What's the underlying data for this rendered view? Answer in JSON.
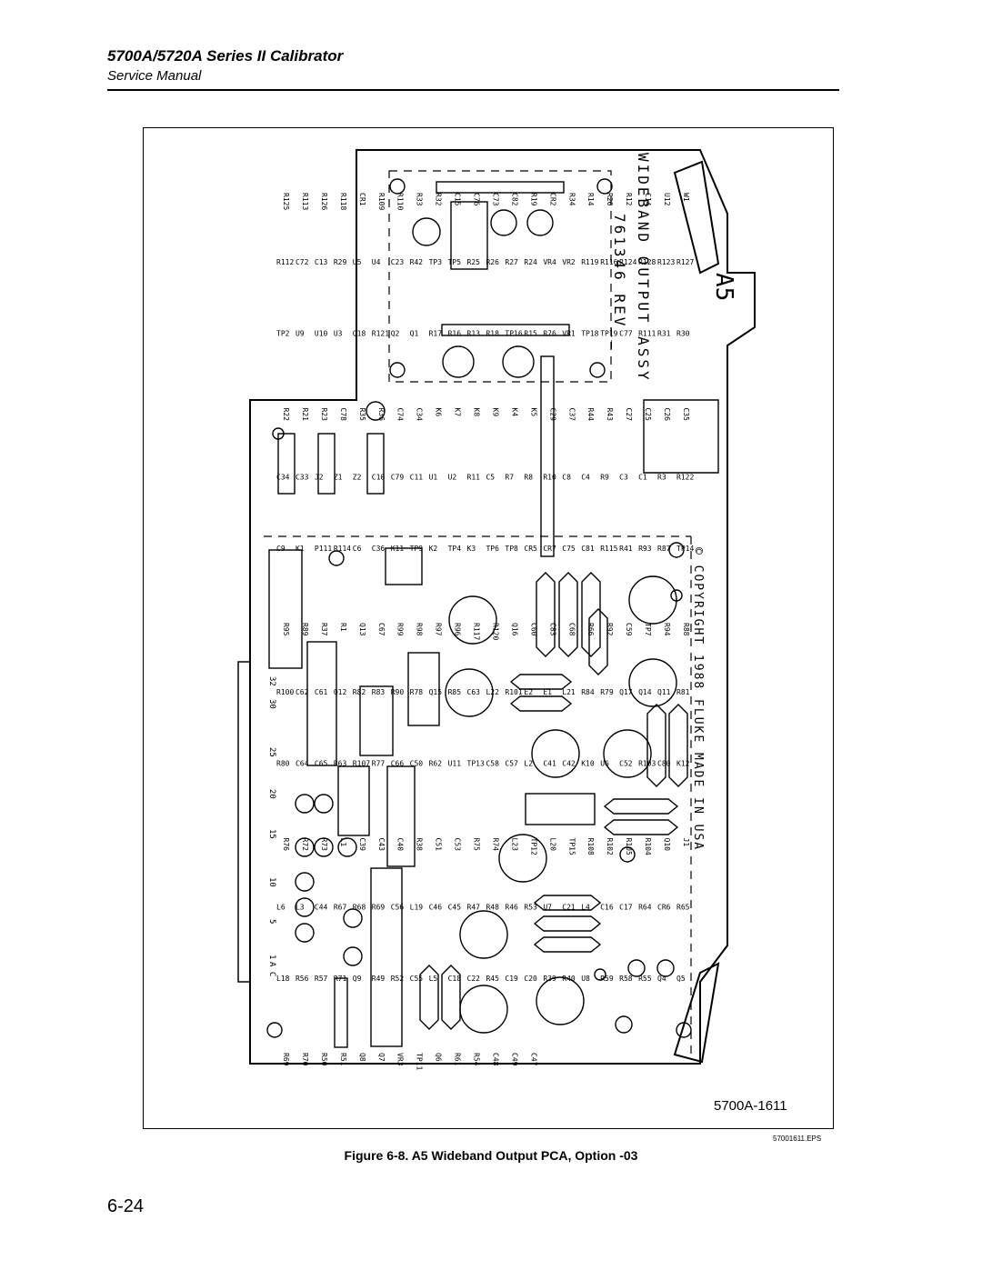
{
  "header": {
    "title": "5700A/5720A Series II Calibrator",
    "subtitle": "Service Manual"
  },
  "figure": {
    "assembly_number": "5700A-1611",
    "file_name": "57001611.EPS",
    "caption": "Figure 6-8. A5 Wideband Output PCA, Option -03",
    "board": {
      "silkscreen_title": "WIDEBAND OUTPUT ASSY",
      "silkscreen_part": "761346 REV__",
      "silkscreen_copyright": "© COPYRIGHT 1988 FLUKE MADE IN USA",
      "board_id": "A5",
      "connector_pins": [
        "32",
        "30",
        "25",
        "20",
        "15",
        "10",
        "5",
        "1"
      ],
      "connector_pins_extra": "A C",
      "components": [
        "R125",
        "R113",
        "R126",
        "R118",
        "CR1",
        "R109",
        "R110",
        "R33",
        "R32",
        "C15",
        "C76",
        "C73",
        "C82",
        "R19",
        "CR2",
        "R34",
        "R14",
        "R20",
        "R12",
        "C14",
        "U12",
        "W1",
        "R112",
        "C72",
        "C13",
        "R29",
        "U5",
        "U4",
        "C23",
        "R42",
        "TP3",
        "TP5",
        "R25",
        "R26",
        "R27",
        "R24",
        "VR4",
        "VR2",
        "R119",
        "R116",
        "R124",
        "R128",
        "R123",
        "R127",
        "TP2",
        "U9",
        "U10",
        "U3",
        "Q18",
        "R121",
        "Q2",
        "Q1",
        "R17",
        "R16",
        "R13",
        "R18",
        "TP16",
        "R15",
        "R76",
        "VR1",
        "TP18",
        "TP19",
        "C77",
        "R111",
        "R31",
        "R30",
        "R22",
        "R21",
        "R23",
        "C78",
        "R35",
        "R36",
        "C74",
        "C34",
        "K6",
        "K7",
        "K8",
        "K9",
        "K4",
        "K5",
        "C29",
        "C37",
        "R44",
        "R43",
        "C27",
        "C25",
        "C26",
        "C35",
        "C34",
        "C33",
        "J2",
        "Z1",
        "Z2",
        "C10",
        "C79",
        "C11",
        "U1",
        "U2",
        "R11",
        "C5",
        "R7",
        "R8",
        "R10",
        "C8",
        "C4",
        "R9",
        "C3",
        "C1",
        "R3",
        "R122",
        "C9",
        "K1",
        "P111",
        "R114",
        "C6",
        "C36",
        "K11",
        "TP9",
        "K2",
        "TP4",
        "K3",
        "TP6",
        "TP8",
        "CR5",
        "CR7",
        "C75",
        "C81",
        "R115",
        "R41",
        "R93",
        "R87",
        "TP14",
        "R95",
        "R89",
        "R37",
        "R1",
        "Q13",
        "C67",
        "R99",
        "R98",
        "R97",
        "R96",
        "R117",
        "R120",
        "Q16",
        "C60",
        "C83",
        "C68",
        "R66",
        "R92",
        "C59",
        "TP7",
        "R94",
        "R88",
        "R100",
        "C62",
        "C61",
        "Q12",
        "R82",
        "R83",
        "R90",
        "R78",
        "Q15",
        "R85",
        "C63",
        "L22",
        "R101",
        "E2",
        "E1",
        "L21",
        "R84",
        "R79",
        "Q17",
        "Q14",
        "Q11",
        "R81",
        "R80",
        "C64",
        "C65",
        "R63",
        "R107",
        "R77",
        "C66",
        "C50",
        "R62",
        "U11",
        "TP13",
        "C58",
        "C57",
        "L2",
        "C41",
        "C42",
        "K10",
        "U6",
        "C52",
        "R103",
        "C80",
        "K12",
        "R76",
        "R72",
        "R73",
        "L1",
        "C39",
        "C43",
        "C40",
        "R38",
        "C51",
        "C53",
        "R75",
        "R74",
        "L23",
        "TP12",
        "L20",
        "TP15",
        "R108",
        "R102",
        "R105",
        "R104",
        "Q10",
        "J1",
        "L6",
        "L3",
        "C44",
        "R67",
        "R68",
        "R69",
        "C56",
        "L19",
        "C46",
        "C45",
        "R47",
        "R48",
        "R46",
        "R53",
        "U7",
        "C21",
        "L4",
        "C16",
        "C17",
        "R64",
        "CR6",
        "R65",
        "L18",
        "R56",
        "R57",
        "R71",
        "Q9",
        "R49",
        "R52",
        "C55",
        "L5",
        "C18",
        "C22",
        "R45",
        "C19",
        "C20",
        "R39",
        "R40",
        "U8",
        "R59",
        "R58",
        "R55",
        "Q4",
        "Q5",
        "R69",
        "R70",
        "R50",
        "R51",
        "Q8",
        "Q7",
        "VR3",
        "TP11",
        "Q6",
        "R61",
        "R54",
        "C48",
        "C49",
        "C47"
      ]
    }
  },
  "page": {
    "number": "6-24"
  }
}
